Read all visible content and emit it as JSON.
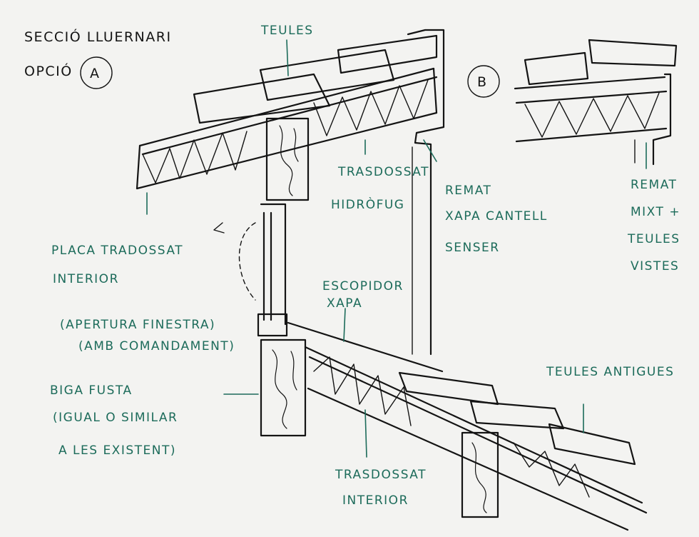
{
  "title": {
    "line1": "SECCIÓ LLUERNARI",
    "line2": "OPCIÓ",
    "option_a": "A",
    "option_b": "B"
  },
  "labels": {
    "teules": "TEULES",
    "trasdossat_hidrofug": [
      "TRASDOSSAT",
      "HIDRÒFUG"
    ],
    "remat_xapa": [
      "REMAT",
      "XAPA CANTELL",
      "SENSER"
    ],
    "remat_mixt": [
      "REMAT",
      "MIXT +",
      "TEULES",
      "VISTES"
    ],
    "placa_trasdossat": [
      "PLACA TRADOSSAT",
      "INTERIOR"
    ],
    "escopidor": [
      "ESCOPIDOR",
      "XAPA"
    ],
    "apertura": [
      "(APERTURA FINESTRA)",
      "(AMB COMANDAMENT)"
    ],
    "biga_fusta": [
      "BIGA FUSTA",
      "(IGUAL O SIMILAR",
      "A LES EXISTENT)"
    ],
    "teules_antigues": "TEULES ANTIGUES",
    "trasdossat_interior": [
      "TRASDOSSAT",
      "INTERIOR"
    ]
  },
  "colors": {
    "ink": "#141414",
    "annotation": "#1c6b5a",
    "paper": "#f3f3f1"
  }
}
